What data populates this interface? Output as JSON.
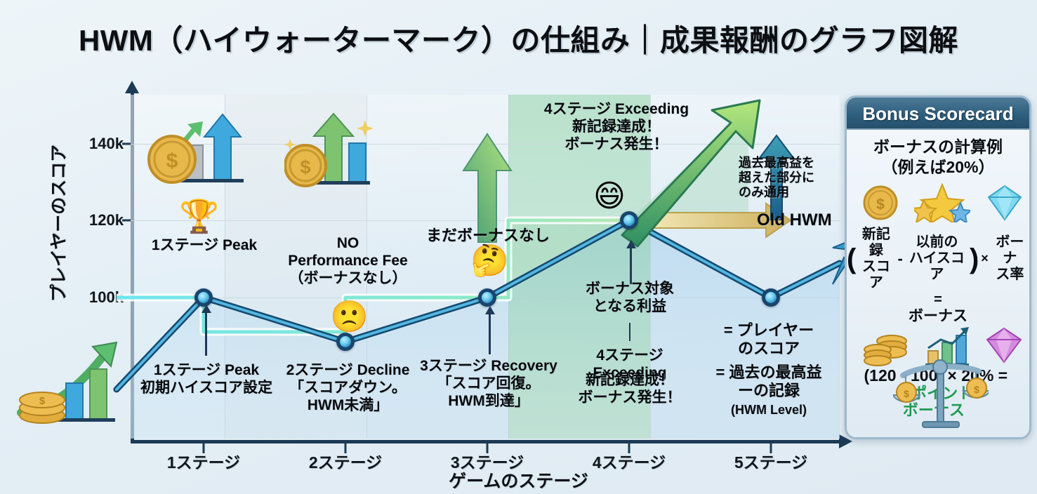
{
  "title": "HWM（ハイウォーターマーク）の仕組み｜成果報酬のグラフ図解",
  "chart_data": {
    "type": "line",
    "title": "HWM（ハイウォーターマーク）の仕組み｜成果報酬のグラフ図解",
    "xlabel": "ゲームのステージ",
    "ylabel": "プレイヤーのスコア",
    "categories": [
      "1ステージ",
      "2ステージ",
      "3ステージ",
      "4ステージ",
      "5ステージ"
    ],
    "yticks": [
      "100k",
      "120k",
      "140k"
    ],
    "ytick_values": [
      100,
      120,
      140
    ],
    "ylim": [
      80,
      148
    ],
    "grid": true,
    "legend_position": "inside-right",
    "series": [
      {
        "name": "プレイヤーのスコア",
        "color": "#2a7fc0",
        "values": [
          101,
          88,
          101,
          120,
          101
        ]
      },
      {
        "name": "過去の最高益ーの記録 (HWM Level)",
        "color": "#7fe3e8",
        "style": "step",
        "values": [
          101,
          101,
          101,
          120,
          120
        ]
      }
    ],
    "annotations": [
      "1ステージ Peak",
      "1ステージ Peak\n初期ハイスコア設定",
      "NO\nPerformance Fee\n（ボーナスなし）",
      "2ステージ Decline\n「スコアダウン。\nHWM未満」",
      "まだボーナスなし",
      "3ステージ Recovery\n「スコア回復。\nHWM到達」",
      "4ステージ Exceeding\n新記録達成！\nボーナス発生！",
      "ボーナス対象\nとなる利益",
      "4ステージ Exceeding\n新記録達成！\nボーナス発生！",
      "過去最高益を\n超えた部分に\nのみ通用",
      "Old HWM"
    ]
  },
  "axis": {
    "y_label": "プレイヤーのスコア",
    "x_label": "ゲームのステージ",
    "y_ticks": [
      {
        "label": "140k",
        "value": 140
      },
      {
        "label": "120k",
        "value": 120
      },
      {
        "label": "100k",
        "value": 100
      }
    ],
    "x_ticks": [
      {
        "label": "1ステージ"
      },
      {
        "label": "2ステージ"
      },
      {
        "label": "3ステージ"
      },
      {
        "label": "4ステージ"
      },
      {
        "label": "5ステージ"
      }
    ]
  },
  "annotations": {
    "stage1_top": "1ステージ Peak",
    "stage1_bottom": "1ステージ Peak\n初期ハイスコア設定",
    "stage2_top": "NO\nPerformance Fee\n（ボーナスなし）",
    "stage2_bottom": "2ステージ Decline\n「スコアダウン。\nHWM未満」",
    "stage3_top": "まだボーナスなし",
    "stage3_bottom": "3ステージ Recovery\n「スコア回復。\nHWM到達」",
    "stage4_top": "4ステージ Exceeding\n新記録達成！\nボーナス発生！",
    "stage4_mid": "ボーナス対象\nとなる利益",
    "stage4_bottom_title": "4ステージ Exceeding",
    "stage4_bottom_body": "新記録達成！\nボーナス発生！",
    "old_hwm_note": "過去最高益を\n超えた部分に\nのみ通用",
    "old_hwm_label": "Old HWM",
    "legend_player": "= プレイヤー\nのスコア",
    "legend_hwm": "= 過去の最高益\nーの記録",
    "legend_hwm_sub": "(HWM Level)"
  },
  "card": {
    "header": "Bonus Scorecard",
    "subtitle": "ボーナスの計算例\n（例えば20%）",
    "formula": {
      "open_paren": "(",
      "term1": "新記録\nスコア",
      "minus": "-",
      "term2": "以前の\nハイスコア",
      "close_paren": ")",
      "times": "×",
      "term3": "ボーナ\nス率",
      "equals": "=",
      "result": "ボーナス"
    },
    "example": {
      "expression": "(120 - 100) × 20% = ",
      "result": "4ポイント\nボーナス"
    },
    "icons": {
      "coin": "coin-icon",
      "stars": "stars-icon",
      "diamond_blue": "diamond-blue-icon",
      "coins_stack": "coins-stack-icon",
      "bar_growth": "bar-growth-icon",
      "diamond_purple": "diamond-purple-icon",
      "scales": "scales-icon"
    }
  },
  "emojis": {
    "trophy": "🏆",
    "frowning": "🙁",
    "thinking": "🤔",
    "grinning": "😄",
    "coin": "🪙",
    "money_chart": "💰",
    "diamond": "💎",
    "stars": "🌟",
    "coins": "🪙",
    "chart_up": "📈",
    "scales": "⚖️"
  },
  "colors": {
    "player_line": "#2a7fc0",
    "hwm_line": "#7fe3e8",
    "bonus_region": "#96d6a8",
    "old_hwm_arrow": "#d9c473",
    "result_green": "#1f9a52",
    "axis": "#1c3a54",
    "background": "#e3eef5"
  }
}
